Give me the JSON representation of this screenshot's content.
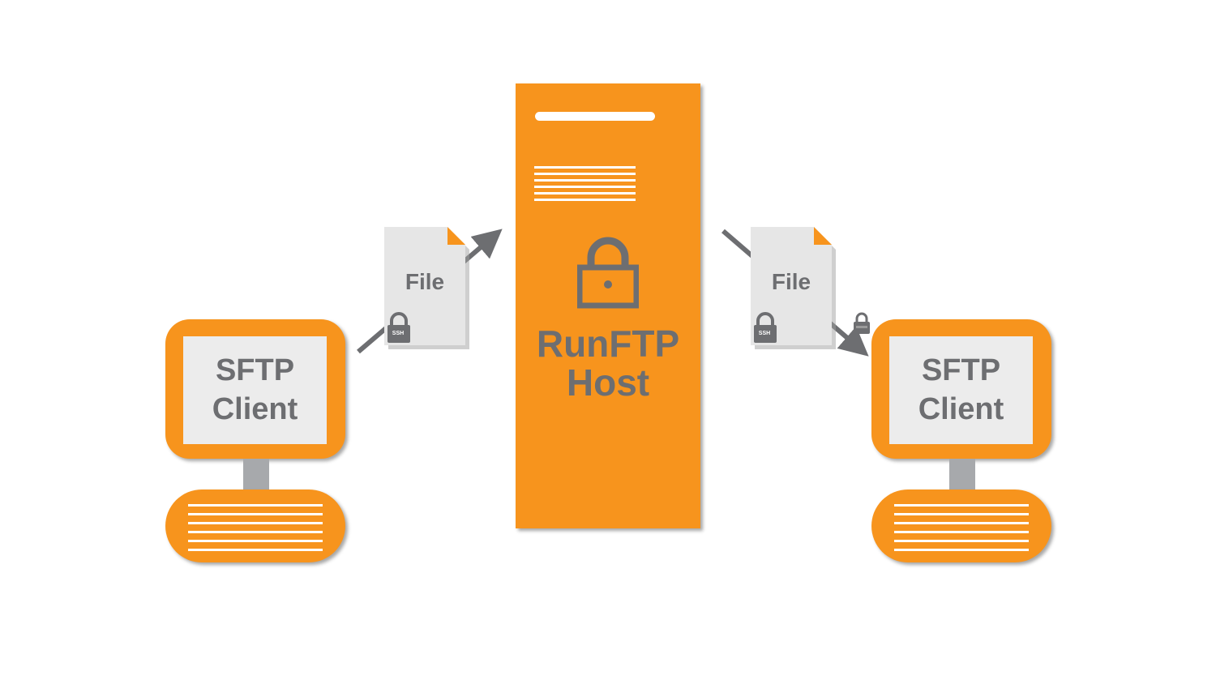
{
  "diagram": {
    "host": {
      "title_line1": "RunFTP",
      "title_line2": "Host"
    },
    "client_left": {
      "line1": "SFTP",
      "line2": "Client"
    },
    "client_right": {
      "line1": "SFTP",
      "line2": "Client"
    },
    "file_left": {
      "label": "File",
      "badge": "SSH"
    },
    "file_right": {
      "label": "File",
      "badge": "SSH"
    }
  },
  "colors": {
    "accent_orange": "#f7941d",
    "text_gray": "#6d6e71",
    "arrow_gray": "#6d6e71",
    "sheet_gray": "#e6e6e6",
    "neck_gray": "#a7a9ac"
  },
  "icons": [
    "padlock-icon",
    "ssh-lock-icon",
    "small-lock-icon",
    "document-icon"
  ]
}
